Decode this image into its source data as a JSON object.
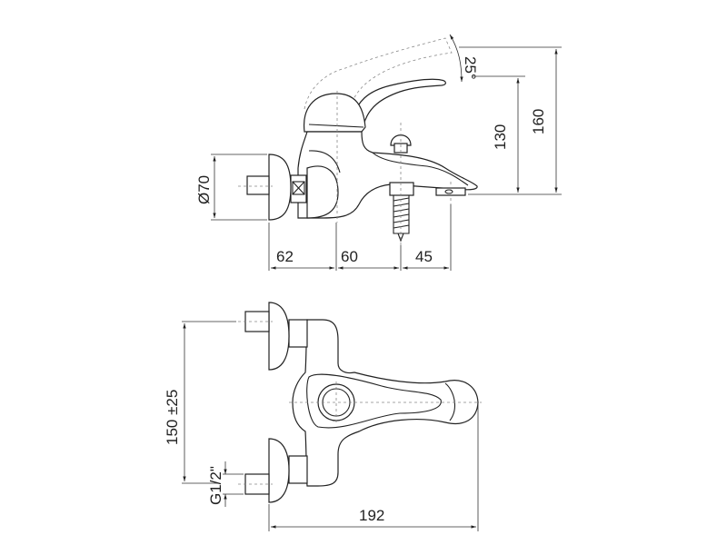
{
  "drawing": {
    "side_view": {
      "lever_angle": "25°",
      "height_aerator": "130",
      "height_total": "160",
      "flange_diameter": "Ø70",
      "offset_wall": "62",
      "offset_diverter": "60",
      "offset_spout": "45"
    },
    "top_view": {
      "inlet_spacing": "150 ±25",
      "thread": "G1/2\"",
      "total_depth": "192"
    }
  }
}
